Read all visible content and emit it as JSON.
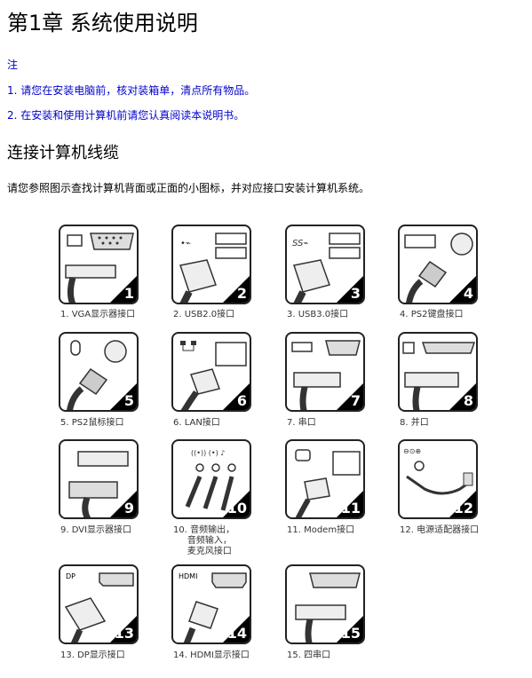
{
  "chapter_title": "第1章 系统使用说明",
  "note": {
    "label": "注",
    "items": [
      "1. 请您在安装电脑前，核对装箱单，清点所有物品。",
      "2. 在安装和使用计算机前请您认真阅读本说明书。"
    ]
  },
  "section_title": "连接计算机线缆",
  "intro": "请您参照图示查找计算机背面或正面的小图标，并对应接口安装计算机系统。",
  "ports": [
    {
      "num": "1",
      "caption": "1. VGA显示器接口",
      "icon": "vga-port-icon"
    },
    {
      "num": "2",
      "caption": "2. USB2.0接口",
      "icon": "usb2-port-icon"
    },
    {
      "num": "3",
      "caption": "3. USB3.0接口",
      "icon": "usb3-port-icon"
    },
    {
      "num": "4",
      "caption": "4. PS2键盘接口",
      "icon": "ps2-keyboard-port-icon"
    },
    {
      "num": "5",
      "caption": "5. PS2鼠标接口",
      "icon": "ps2-mouse-port-icon"
    },
    {
      "num": "6",
      "caption": "6. LAN接口",
      "icon": "lan-port-icon"
    },
    {
      "num": "7",
      "caption": "7. 串口",
      "icon": "serial-port-icon"
    },
    {
      "num": "8",
      "caption": "8. 并口",
      "icon": "parallel-port-icon"
    },
    {
      "num": "9",
      "caption": "9. DVI显示器接口",
      "icon": "dvi-port-icon"
    },
    {
      "num": "10",
      "caption": "10. 音频输出，\n     音频输入，\n     麦克风接口",
      "icon": "audio-port-icon"
    },
    {
      "num": "11",
      "caption": "11. Modem接口",
      "icon": "modem-port-icon"
    },
    {
      "num": "12",
      "caption": "12. 电源适配器接口",
      "icon": "power-adapter-port-icon"
    },
    {
      "num": "13",
      "caption": "13. DP显示接口",
      "icon": "dp-port-icon",
      "label": "DP"
    },
    {
      "num": "14",
      "caption": "14. HDMI显示接口",
      "icon": "hdmi-port-icon",
      "label": "HDMI"
    },
    {
      "num": "15",
      "caption": "15. 四串口",
      "icon": "quad-serial-port-icon"
    }
  ]
}
